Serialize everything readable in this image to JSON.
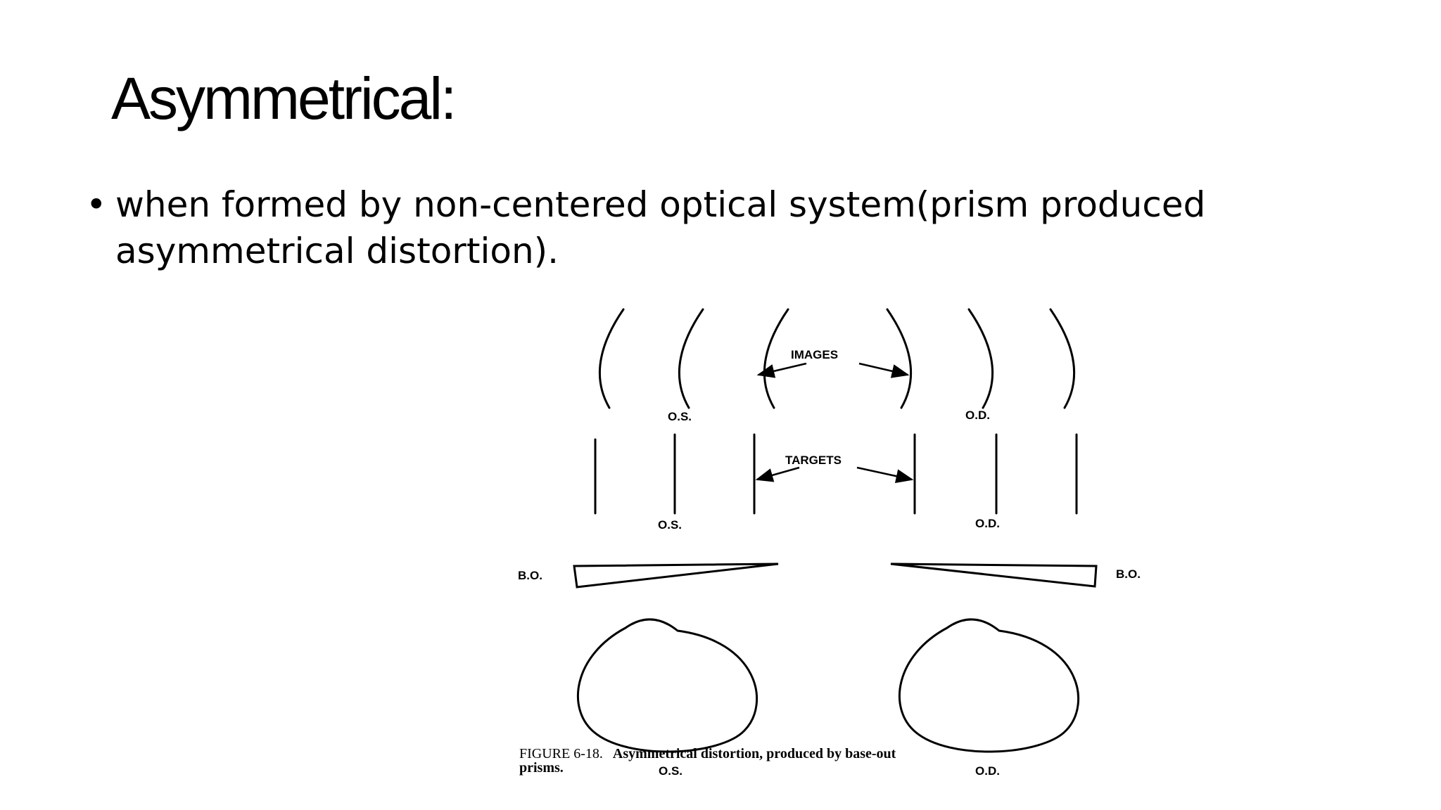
{
  "slide": {
    "title": "Asymmetrical",
    "title_colon": ":",
    "bullet_symbol": "•",
    "bullet_text": "when formed by non-centered optical system(prism produced asymmetrical distortion)."
  },
  "figure": {
    "images_label": "IMAGES",
    "targets_label": "TARGETS",
    "os_label": "O.S.",
    "od_label": "O.D.",
    "bo_label": "B.O.",
    "caption_prefix": "FIGURE 6-18.",
    "caption_text": "Asymmetrical distortion, produced by base-out",
    "caption_text_2": "prisms."
  }
}
